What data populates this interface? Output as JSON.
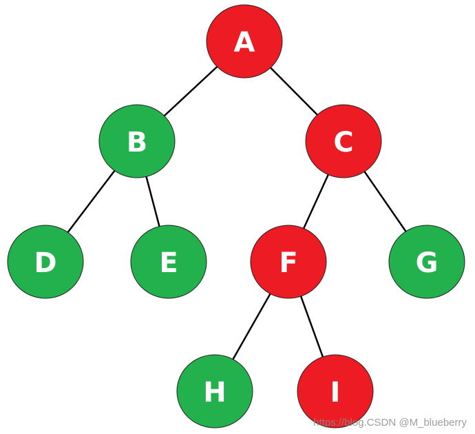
{
  "colors": {
    "red": "#ed1c24",
    "green": "#22b14c",
    "edge": "#000000",
    "label": "#ffffff"
  },
  "nodes": [
    {
      "id": "A",
      "label": "A",
      "color": "red"
    },
    {
      "id": "B",
      "label": "B",
      "color": "green"
    },
    {
      "id": "C",
      "label": "C",
      "color": "red"
    },
    {
      "id": "D",
      "label": "D",
      "color": "green"
    },
    {
      "id": "E",
      "label": "E",
      "color": "green"
    },
    {
      "id": "F",
      "label": "F",
      "color": "red"
    },
    {
      "id": "G",
      "label": "G",
      "color": "green"
    },
    {
      "id": "H",
      "label": "H",
      "color": "green"
    },
    {
      "id": "I",
      "label": "I",
      "color": "red"
    }
  ],
  "edges": [
    {
      "from": "A",
      "to": "B"
    },
    {
      "from": "A",
      "to": "C"
    },
    {
      "from": "B",
      "to": "D"
    },
    {
      "from": "B",
      "to": "E"
    },
    {
      "from": "C",
      "to": "F"
    },
    {
      "from": "C",
      "to": "G"
    },
    {
      "from": "F",
      "to": "H"
    },
    {
      "from": "F",
      "to": "I"
    }
  ],
  "watermark": "https://blog.CSDN @M_blueberry"
}
